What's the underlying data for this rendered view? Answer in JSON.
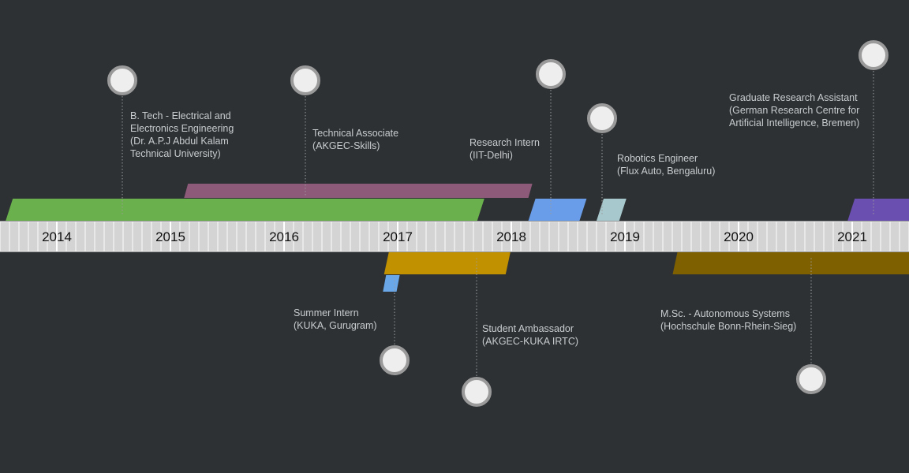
{
  "colors": {
    "background": "#2d3134",
    "axis_fill": "#d4d4d4",
    "axis_line": "#ffffff",
    "year_text": "#111111",
    "label_text": "#c9ccce",
    "marker_fill": "#eeeeee",
    "marker_stroke": "#9a9a9a",
    "connector": "#9a9a9a"
  },
  "axis": {
    "start": 2013.5,
    "end": 2021.5,
    "years": [
      "2014",
      "2015",
      "2016",
      "2017",
      "2018",
      "2019",
      "2020",
      "2021"
    ]
  },
  "events": [
    {
      "id": "btech",
      "start": 2013.55,
      "end": 2017.7,
      "color": "#6ab04c",
      "side": "above",
      "row": 1,
      "lines": [
        "B. Tech - Electrical and",
        "Electronics Engineering",
        "(Dr. A.P.J Abdul Kalam",
        "Technical University)"
      ]
    },
    {
      "id": "technical-associate",
      "start": 2015.12,
      "end": 2018.15,
      "color": "#8e5a7a",
      "side": "above",
      "row": 2,
      "lines": [
        "Technical Associate",
        "(AKGEC-Skills)"
      ]
    },
    {
      "id": "research-intern",
      "start": 2018.15,
      "end": 2018.6,
      "color": "#6a9de9",
      "side": "above",
      "row": 1,
      "lines": [
        "Research Intern",
        "(IIT-Delhi)"
      ]
    },
    {
      "id": "robotics-engineer",
      "start": 2018.75,
      "end": 2018.95,
      "color": "#a7c8cc",
      "side": "above",
      "row": 1,
      "lines": [
        "Robotics Engineer",
        "(Flux Auto, Bengaluru)"
      ]
    },
    {
      "id": "graduate-research-assistant",
      "start": 2020.96,
      "end": 2021.5,
      "color": "#6a4fb0",
      "side": "above",
      "row": 1,
      "lines": [
        "Graduate Research Assistant",
        "(German Research Centre for",
        "Artificial Intelligence, Bremen)"
      ]
    },
    {
      "id": "student-ambassador",
      "start": 2016.88,
      "end": 2017.95,
      "color": "#c29100",
      "side": "below",
      "row": 1,
      "lines": [
        "Student Ambassador",
        "(AKGEC-KUKA IRTC)"
      ]
    },
    {
      "id": "summer-intern",
      "start": 2016.87,
      "end": 2016.99,
      "color": "#6aa7e8",
      "side": "below",
      "row": 2,
      "lines": [
        "Summer Intern",
        "(KUKA, Gurugram)"
      ]
    },
    {
      "id": "msc",
      "start": 2019.42,
      "end": 2021.5,
      "color": "#7f6000",
      "side": "below",
      "row": 1,
      "lines": [
        "M.Sc. - Autonomous Systems",
        "(Hochschule Bonn-Rhein-Sieg)"
      ]
    }
  ]
}
